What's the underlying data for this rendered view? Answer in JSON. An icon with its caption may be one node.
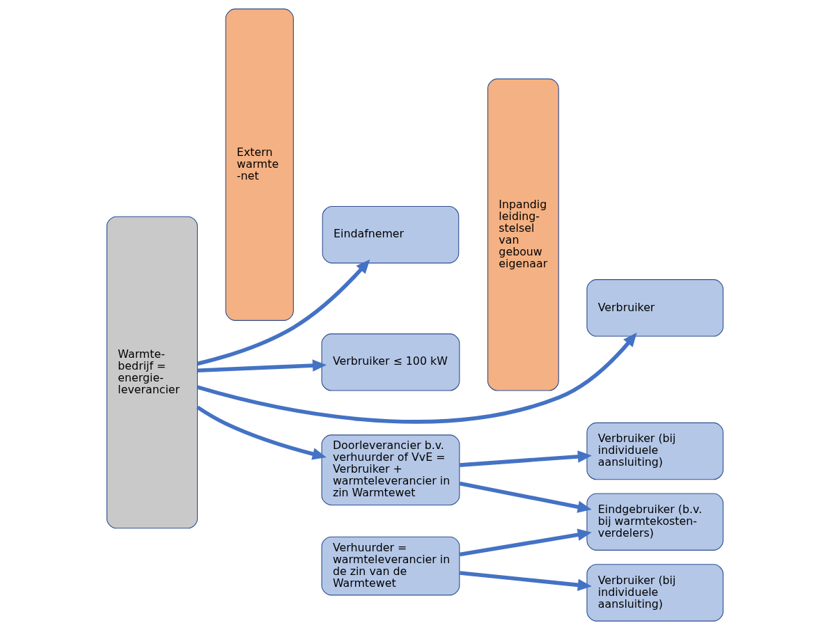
{
  "diagram": {
    "nodes": [
      {
        "text": [
          "Warmte- bedrijf = energie- leverancier"
        ]
      },
      {
        "text": [
          "Extern warmte -net"
        ]
      },
      {
        "text": [
          "Eindafnemer"
        ]
      },
      {
        "text": [
          "Verbruiker ≤ 100 kW"
        ]
      },
      {
        "text": [
          "Inpandig leiding- stelsel van gebouw eigenaar"
        ]
      },
      {
        "text": [
          "Verbruiker"
        ]
      },
      {
        "text": [
          "Doorleverancier b.v. verhuurder of VvE = Verbruiker + warmteleverancier in zin Warmtewet"
        ]
      },
      {
        "text": [
          "Verbruiker (bij individuele aansluiting)"
        ]
      },
      {
        "text": [
          "Eindgebruiker (b.v. bij warmtekosten- verdelers)"
        ]
      },
      {
        "text": [
          "Verhuurder = warmteleverancier in de zin van de Warmtewet"
        ]
      },
      {
        "text": [
          "Verbruiker (bij individuele aansluiting)"
        ]
      }
    ],
    "edges": [
      {
        "from": 0,
        "to": 2,
        "arrow": "to"
      },
      {
        "from": 0,
        "to": 3,
        "arrow": "to"
      },
      {
        "from": 0,
        "to": 5,
        "arrow": "to"
      },
      {
        "from": 0,
        "to": 6,
        "arrow": "to"
      },
      {
        "from": 6,
        "to": 7,
        "arrow": "to"
      },
      {
        "from": 6,
        "to": 8,
        "arrow": "to"
      },
      {
        "from": 9,
        "to": 8,
        "arrow": "to"
      },
      {
        "from": 9,
        "to": 10,
        "arrow": "to"
      }
    ]
  }
}
